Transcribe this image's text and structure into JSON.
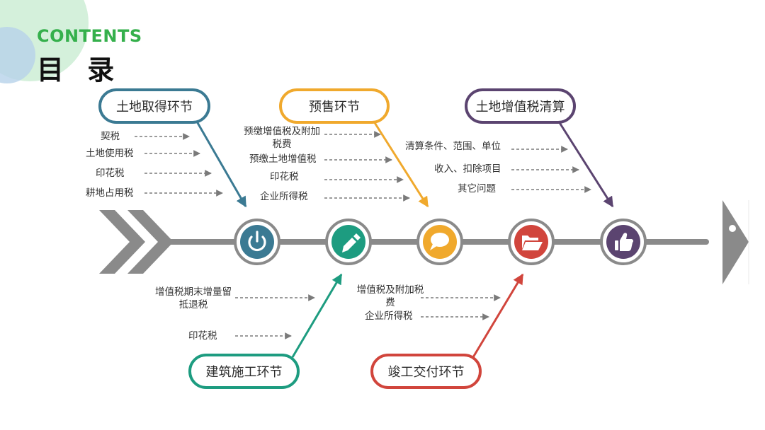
{
  "header": {
    "title_en": "CONTENTS",
    "title_cn": "目 录"
  },
  "stages": {
    "land_acquisition": {
      "label": "土地取得环节",
      "color": "#3b7a93",
      "items": [
        "契税",
        "土地使用税",
        "印花税",
        "耕地占用税"
      ]
    },
    "presale": {
      "label": "预售环节",
      "color": "#f0a92d",
      "items": [
        "预缴增值税及附加税费",
        "预缴土地增值税",
        "印花税",
        "企业所得税"
      ]
    },
    "lat_settlement": {
      "label": "土地增值税清算",
      "color": "#5b4470",
      "items": [
        "清算条件、范围、单位",
        "收入、扣除项目",
        "其它问题"
      ]
    },
    "construction": {
      "label": "建筑施工环节",
      "color": "#1d9c80",
      "items": [
        "增值税期末增量留抵退税",
        "印花税"
      ]
    },
    "completion": {
      "label": "竣工交付环节",
      "color": "#d1453c",
      "items": [
        "增值税及附加税费",
        "企业所得税"
      ]
    }
  },
  "nodes": [
    {
      "icon": "power-icon",
      "color": "#3b7a93"
    },
    {
      "icon": "pencil-icon",
      "color": "#1d9c80"
    },
    {
      "icon": "speech-bubble-icon",
      "color": "#f0a92d"
    },
    {
      "icon": "folder-icon",
      "color": "#d1453c"
    },
    {
      "icon": "thumbs-up-icon",
      "color": "#5b4470"
    }
  ]
}
